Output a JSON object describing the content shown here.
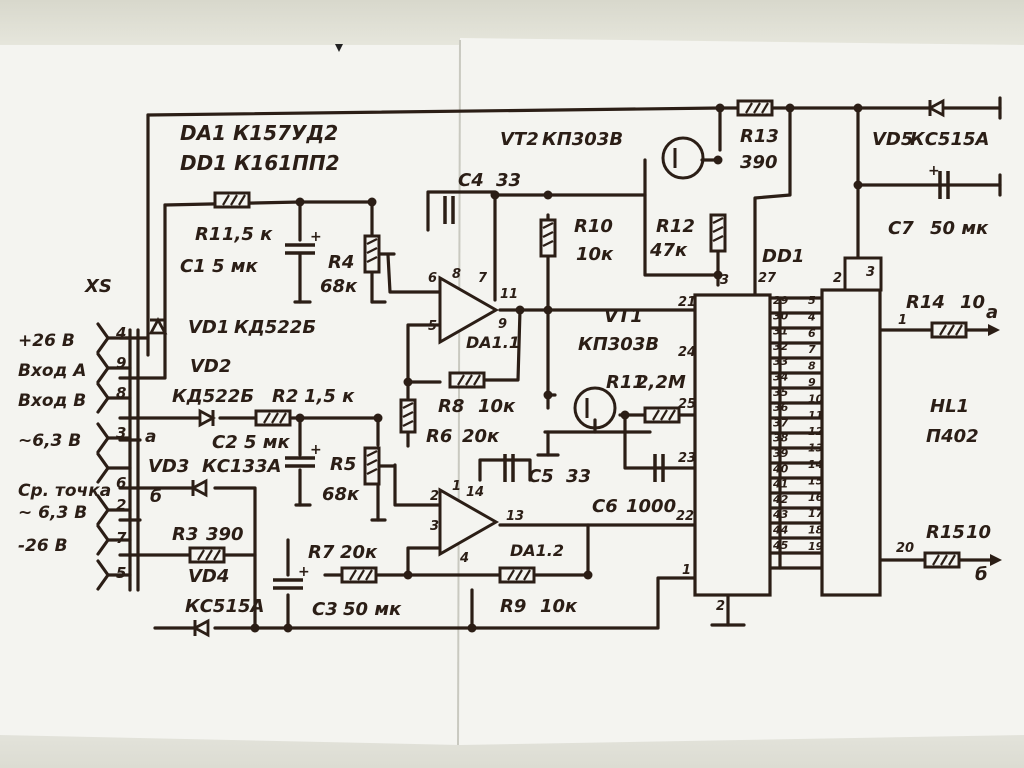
{
  "header": {
    "ic_list_1": "DA1  К157УД2",
    "ic_list_2": "DD1   К161ПП2"
  },
  "connector": {
    "name": "XS",
    "pins": [
      {
        "number": "4",
        "label": "+26 В"
      },
      {
        "number": "9",
        "label": "Вход А"
      },
      {
        "number": "8",
        "label": "Вход В"
      },
      {
        "number": "3",
        "label": "~6,3 В"
      },
      {
        "number": "6",
        "label": "Ср. точка"
      },
      {
        "number": "2",
        "label": "~ 6,3 В"
      },
      {
        "number": "7",
        "label": "-26 В"
      },
      {
        "number": "5",
        "label": ""
      }
    ]
  },
  "components": {
    "VD1": {
      "ref": "VD1",
      "type": "КД522Б"
    },
    "VD2": {
      "ref": "VD2",
      "type": "КД522Б"
    },
    "VD3": {
      "ref": "VD3",
      "type": "КС133А"
    },
    "VD4": {
      "ref": "VD4",
      "type": "КС515А"
    },
    "VD5": {
      "ref": "VD5",
      "type": "КС515А"
    },
    "R1": {
      "ref": "R1",
      "value": "1,5 к"
    },
    "R2": {
      "ref": "R2",
      "value": "1,5 к"
    },
    "R3": {
      "ref": "R3",
      "value": "390"
    },
    "R4": {
      "ref": "R4",
      "value": "68к"
    },
    "R5": {
      "ref": "R5",
      "value": "68к"
    },
    "R6": {
      "ref": "R6",
      "value": "20к"
    },
    "R7": {
      "ref": "R7",
      "value": "20к"
    },
    "R8": {
      "ref": "R8",
      "value": "10к"
    },
    "R9": {
      "ref": "R9",
      "value": "10к"
    },
    "R10": {
      "ref": "R10",
      "value": "10к"
    },
    "R11": {
      "ref": "R11",
      "value": "2,2М"
    },
    "R12": {
      "ref": "R12",
      "value": "47к"
    },
    "R13": {
      "ref": "R13",
      "value": "390"
    },
    "R14": {
      "ref": "R14",
      "value": "10"
    },
    "R15": {
      "ref": "R15",
      "value": "10"
    },
    "C1": {
      "ref": "C1",
      "value": "5 мк"
    },
    "C2": {
      "ref": "C2",
      "value": "5 мк"
    },
    "C3": {
      "ref": "C3",
      "value": "50 мк"
    },
    "C4": {
      "ref": "C4",
      "value": "33"
    },
    "C5": {
      "ref": "C5",
      "value": "33"
    },
    "C6": {
      "ref": "C6",
      "value": "1000"
    },
    "C7": {
      "ref": "C7",
      "value": "50 мк"
    },
    "VT1": {
      "ref": "VT1",
      "type": "КП303В"
    },
    "VT2": {
      "ref": "VT2",
      "type": "КП303В"
    },
    "DA1_1": {
      "ref": "DA1.1"
    },
    "DA1_2": {
      "ref": "DA1.2"
    },
    "DD1": {
      "ref": "DD1"
    },
    "HL1": {
      "ref": "HL1",
      "type": "П402"
    }
  },
  "pin_numbers": {
    "da11": [
      "6",
      "8",
      "7",
      "5",
      "11",
      "9"
    ],
    "da12": [
      "1",
      "14",
      "2",
      "3",
      "4",
      "13"
    ],
    "dd1_left": [
      "21",
      "24",
      "25",
      "23",
      "22",
      "1",
      "27",
      "3",
      "2"
    ],
    "dd1_right": [
      "29",
      "30",
      "31",
      "32",
      "33",
      "34",
      "35",
      "36",
      "37",
      "38",
      "39",
      "40",
      "41",
      "42",
      "43",
      "44",
      "45"
    ],
    "hl1_left": [
      "5",
      "4",
      "6",
      "7",
      "8",
      "9",
      "10",
      "11",
      "12",
      "13",
      "14",
      "15",
      "16",
      "17",
      "18",
      "19"
    ],
    "hl1_top": [
      "2",
      "3"
    ],
    "hl1_out": [
      "1",
      "20"
    ]
  },
  "marks": {
    "a": "а",
    "b": "б",
    "plus": "+"
  },
  "colors": {
    "ink": "#2b1e16",
    "paper": "#f3f3ef",
    "background": "#cfcfc4"
  }
}
